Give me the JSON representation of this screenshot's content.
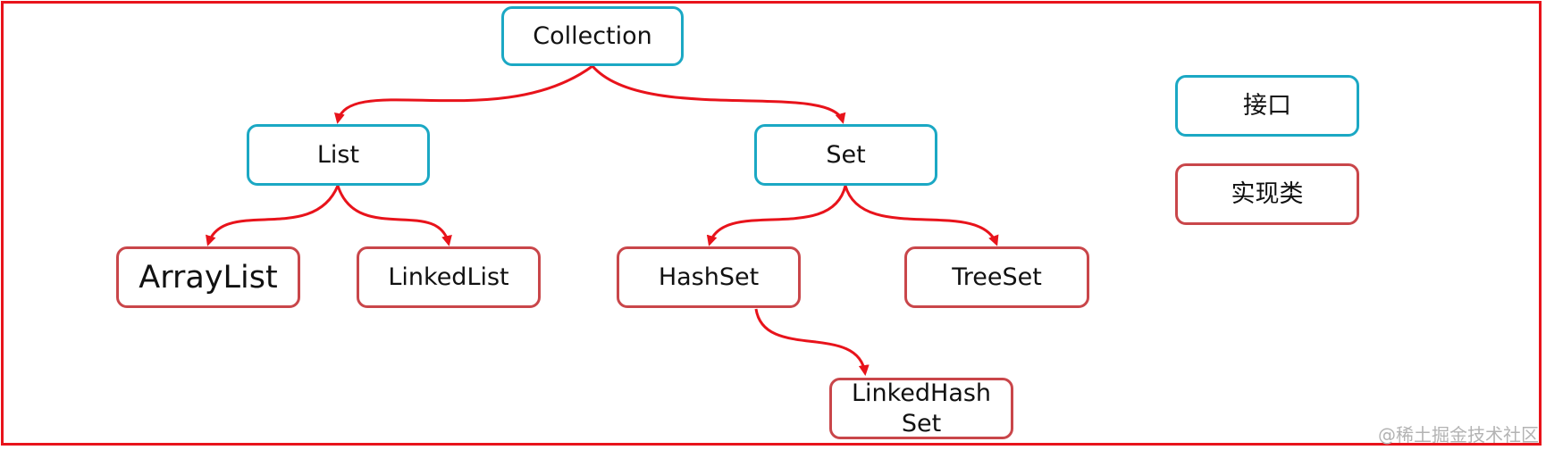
{
  "colors": {
    "interface_border": "#1ba8c4",
    "implementation_border": "#c9464a",
    "arrow": "#e8131b",
    "frame": "#e8131b"
  },
  "nodes": {
    "collection": "Collection",
    "list": "List",
    "set": "Set",
    "arraylist": "ArrayList",
    "linkedlist": "LinkedList",
    "hashset": "HashSet",
    "treeset": "TreeSet",
    "linkedhashset": "LinkedHashSet"
  },
  "edges": [
    [
      "collection",
      "list"
    ],
    [
      "collection",
      "set"
    ],
    [
      "list",
      "arraylist"
    ],
    [
      "list",
      "linkedlist"
    ],
    [
      "set",
      "hashset"
    ],
    [
      "set",
      "treeset"
    ],
    [
      "hashset",
      "linkedhashset"
    ]
  ],
  "legend": {
    "interface": "接口",
    "implementation": "实现类"
  },
  "watermark": "@稀土掘金技术社区"
}
